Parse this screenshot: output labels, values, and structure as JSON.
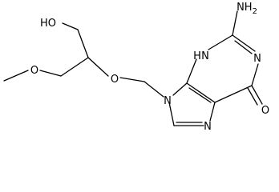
{
  "molecule": {
    "labels": {
      "hydroxyl": "HO",
      "ether_o_left": "O",
      "ether_o_middle": "O",
      "n9": "N",
      "n3h": "H",
      "n3": "N",
      "amino": "NH",
      "amino_subscript": "2",
      "n1": "N",
      "n7": "N",
      "carbonyl_o": "O"
    }
  }
}
